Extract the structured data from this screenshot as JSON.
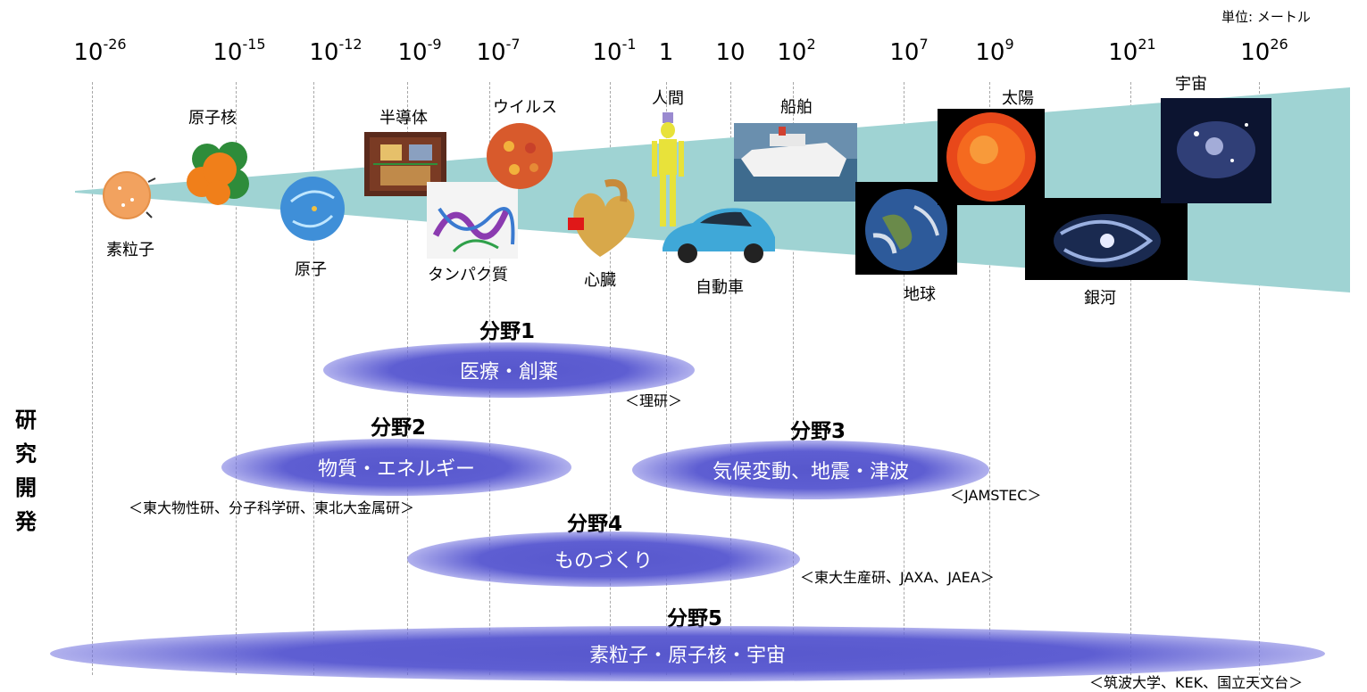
{
  "unit_label": "単位: メートル",
  "scale": [
    {
      "base": "10",
      "exp": "-26"
    },
    {
      "base": "10",
      "exp": "-15"
    },
    {
      "base": "10",
      "exp": "-12"
    },
    {
      "base": "10",
      "exp": "-9"
    },
    {
      "base": "10",
      "exp": "-7"
    },
    {
      "base": "10",
      "exp": "-1"
    },
    {
      "base": "1",
      "exp": ""
    },
    {
      "base": "10",
      "exp": ""
    },
    {
      "base": "10",
      "exp": "2"
    },
    {
      "base": "10",
      "exp": "7"
    },
    {
      "base": "10",
      "exp": "9"
    },
    {
      "base": "10",
      "exp": "21"
    },
    {
      "base": "10",
      "exp": "26"
    }
  ],
  "objects": {
    "elementary_particle": "素粒子",
    "nucleus": "原子核",
    "atom": "原子",
    "semiconductor": "半導体",
    "protein": "タンパク質",
    "virus": "ウイルス",
    "heart": "心臓",
    "human": "人間",
    "car": "自動車",
    "ship": "船舶",
    "earth": "地球",
    "sun": "太陽",
    "galaxy": "銀河",
    "universe": "宇宙"
  },
  "side_label": "研究開発",
  "fields": [
    {
      "title": "分野1",
      "topic": "医療・創薬",
      "institutions": "＜理研＞"
    },
    {
      "title": "分野2",
      "topic": "物質・エネルギー",
      "institutions": "＜東大物性研、分子科学研、東北大金属研＞"
    },
    {
      "title": "分野3",
      "topic": "気候変動、地震・津波",
      "institutions": "＜JAMSTEC＞"
    },
    {
      "title": "分野4",
      "topic": "ものづくり",
      "institutions": "＜東大生産研、JAXA、JAEA＞"
    },
    {
      "title": "分野5",
      "topic": "素粒子・原子核・宇宙",
      "institutions": "＜筑波大学、KEK、国立天文台＞"
    }
  ],
  "colors": {
    "wedge": "#9fd3d3",
    "field_fill": "#5b5bcf",
    "grid": "#a8a8a8"
  }
}
